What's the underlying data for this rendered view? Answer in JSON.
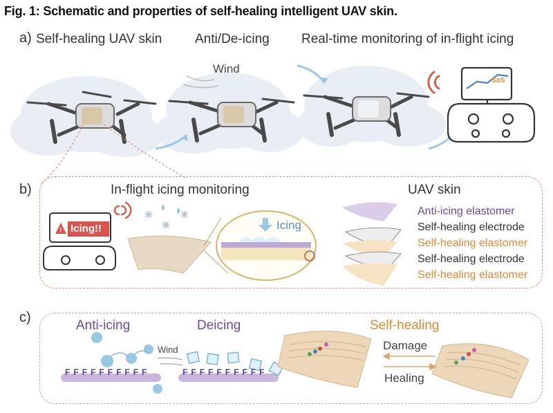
{
  "title": "Fig. 1: Schematic and properties of self-healing intelligent UAV skin.",
  "panel_a": {
    "letter": "a)",
    "heading_1": "Self-healing UAV skin",
    "heading_2": "Anti/De-icing",
    "heading_3": "Real-time monitoring of in-flight icing",
    "wind_label": "Wind",
    "sos_label": "SoS"
  },
  "panel_b": {
    "letter": "b)",
    "heading_left": "In-flight icing monitoring",
    "heading_right": "UAV skin",
    "warning_label": "Icing!!",
    "icing_label": "Icing",
    "layers": [
      {
        "label": "Anti-icing elastomer",
        "color": "#6a4c9c"
      },
      {
        "label": "Self-healing electrode",
        "color": "#333333"
      },
      {
        "label": "Self-healing elastomer",
        "color": "#e08a35"
      },
      {
        "label": "Self-healing electrode",
        "color": "#333333"
      },
      {
        "label": "Self-healing elastomer",
        "color": "#e08a35"
      }
    ]
  },
  "panel_c": {
    "letter": "c)",
    "heading_anti": "Anti-icing",
    "heading_deicing": "Deicing",
    "heading_self": "Self-healing",
    "wind_label": "Wind",
    "damage_label": "Damage",
    "healing_label": "Healing",
    "f_letter": "F"
  },
  "colors": {
    "accent_border": "#d98b7a",
    "panel_c_border": "#b7a3b8",
    "drone_body": "#6b6b6b",
    "ice_blue": "#8fc3e3"
  }
}
